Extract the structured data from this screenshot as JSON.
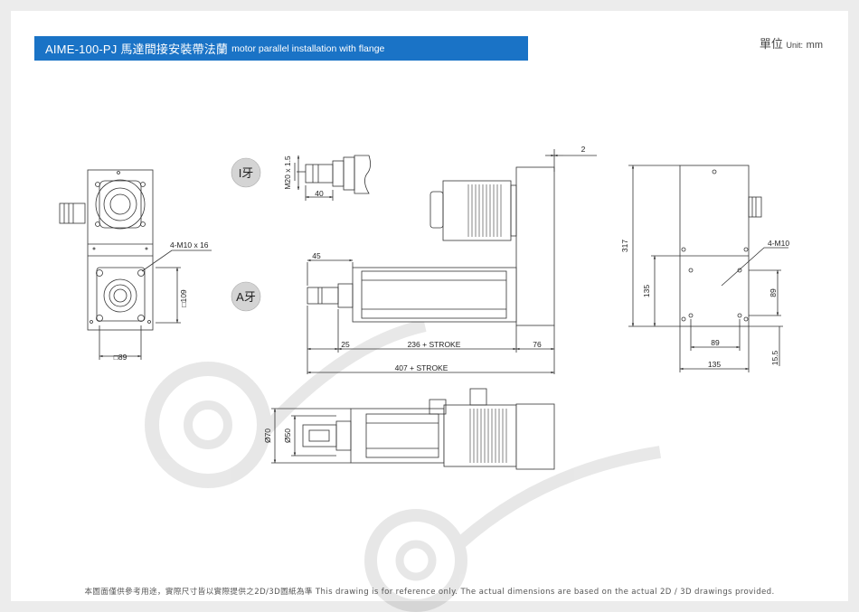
{
  "title": {
    "model": "AIME-100-PJ",
    "name_zh": "馬達間接安裝帶法蘭",
    "name_en": "motor parallel installation with flange"
  },
  "unit": {
    "zh": "單位",
    "en": "Unit:",
    "value": "mm"
  },
  "badges": {
    "i_thread": "I牙",
    "a_thread": "A牙"
  },
  "dims": {
    "bolt_spec": "4-M10 x 16",
    "square_109": "□109",
    "square_89_left": "□89",
    "i_thread_size": "M20 x 1.5",
    "i_thread_len": "40",
    "flange_offset": "2",
    "rod_len": "45",
    "dim_25": "25",
    "stroke_236": "236 + STROKE",
    "dim_76": "76",
    "total_407": "407 + STROKE",
    "height_317": "317",
    "bolt_m10": "4-M10",
    "height_135": "135",
    "height_89": "89",
    "width_89": "89",
    "width_135": "135",
    "offset_15_5": "15.5",
    "dia_70": "Ø70",
    "dia_50": "Ø50"
  },
  "footer": "本圖面僅供參考用途，實際尺寸皆以實際提供之2D/3D圖紙為準 This drawing is for reference only. The actual dimensions are based on the actual 2D / 3D drawings provided.",
  "colors": {
    "title_bar": "#1a73c6",
    "line": "#333333",
    "badge_fill": "#d4d4d4"
  }
}
